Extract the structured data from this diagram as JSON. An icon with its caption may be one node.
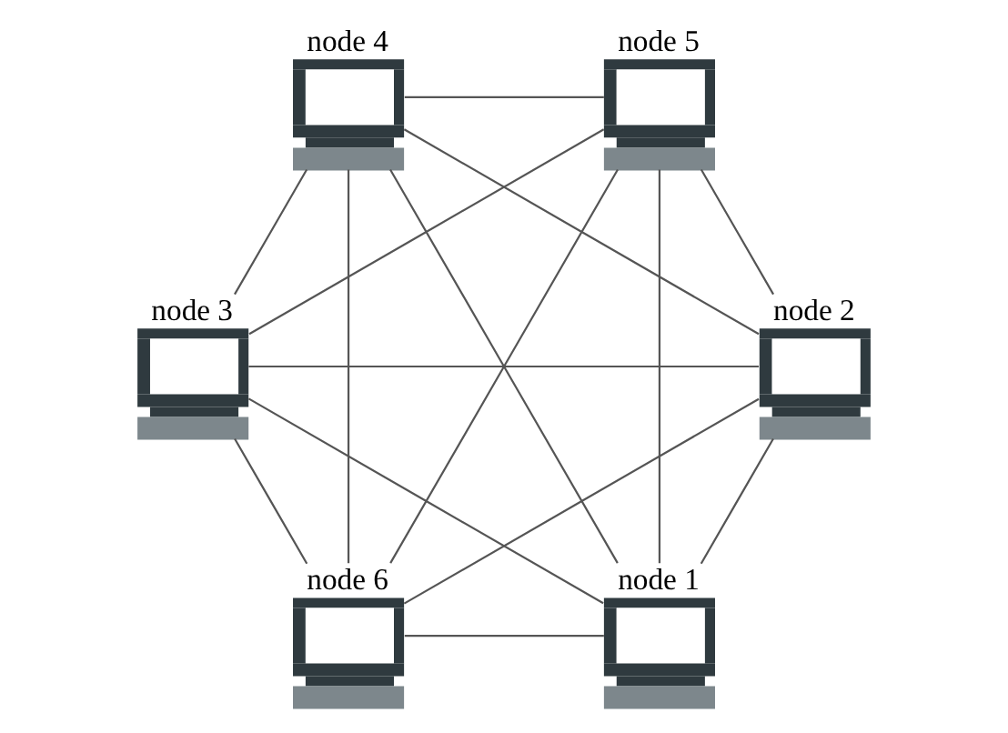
{
  "diagram": {
    "nodes": [
      {
        "text": [],
        "shape": "computer",
        "beside": [
          "node 1"
        ]
      },
      {
        "text": [],
        "shape": "computer",
        "beside": [
          "node 2"
        ]
      },
      {
        "text": [],
        "shape": "computer",
        "beside": [
          "node 3"
        ]
      },
      {
        "text": [],
        "shape": "computer",
        "beside": [
          "node 4"
        ]
      },
      {
        "text": [],
        "shape": "computer",
        "beside": [
          "node 5"
        ]
      },
      {
        "text": [],
        "shape": "computer",
        "beside": [
          "node 6"
        ]
      }
    ],
    "edges": [
      {
        "from": 0,
        "to": 1,
        "arrow": "none"
      },
      {
        "from": 0,
        "to": 5,
        "arrow": "none"
      },
      {
        "from": 0,
        "to": 4,
        "arrow": "none"
      },
      {
        "from": 0,
        "to": 3,
        "arrow": "none"
      },
      {
        "from": 0,
        "to": 2,
        "arrow": "none"
      },
      {
        "from": 1,
        "to": 5,
        "arrow": "none"
      },
      {
        "from": 1,
        "to": 4,
        "arrow": "none"
      },
      {
        "from": 1,
        "to": 3,
        "arrow": "none"
      },
      {
        "from": 1,
        "to": 2,
        "arrow": "none"
      },
      {
        "from": 5,
        "to": 2,
        "arrow": "none"
      },
      {
        "from": 5,
        "to": 3,
        "arrow": "none"
      },
      {
        "from": 5,
        "to": 4,
        "arrow": "none"
      },
      {
        "from": 2,
        "to": 4,
        "arrow": "none"
      },
      {
        "from": 2,
        "to": 3,
        "arrow": "none"
      },
      {
        "from": 4,
        "to": 3,
        "arrow": "none"
      }
    ]
  }
}
